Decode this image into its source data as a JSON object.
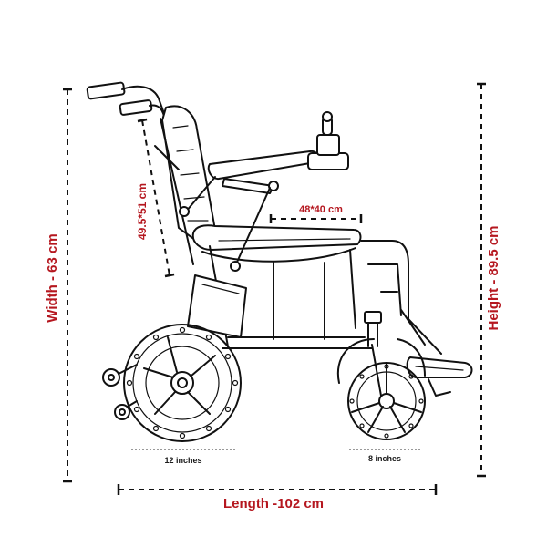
{
  "labels": {
    "width": "Width - 63 cm",
    "height": "Height - 89.5 cm",
    "length": "Length -102 cm",
    "backrest": "49.5*51 cm",
    "seat": "48*40 cm",
    "rear_wheel": "12 inches",
    "front_wheel": "8 inches"
  },
  "colors": {
    "label_red": "#b5171f",
    "label_dark": "#1a1a1a",
    "ink": "#111111",
    "background": "#ffffff"
  }
}
